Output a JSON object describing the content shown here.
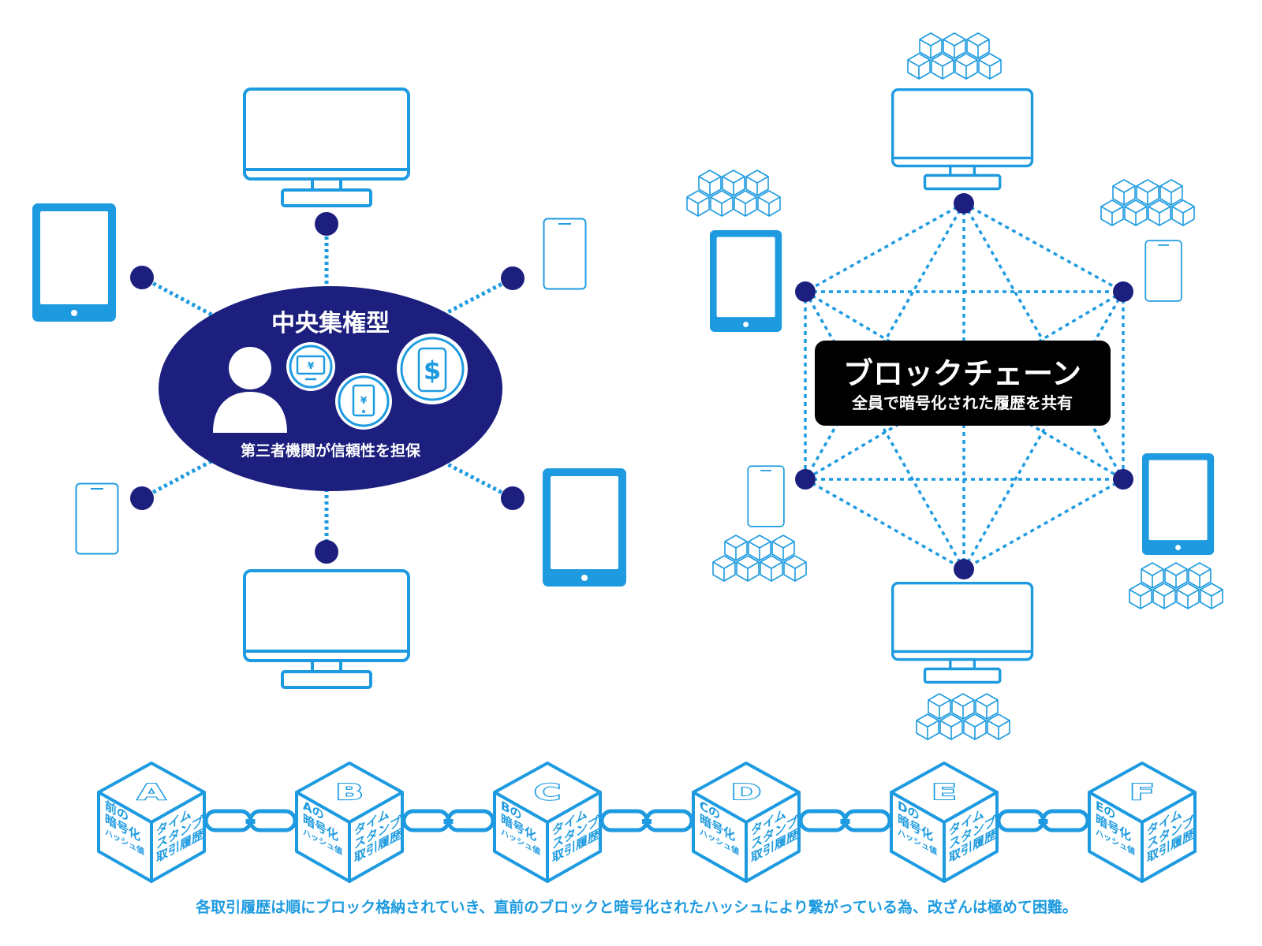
{
  "central": {
    "title": "中央集権型",
    "subtitle": "第三者機関が信頼性を担保",
    "yen": "¥",
    "dollar": "$"
  },
  "blockchain": {
    "title": "ブロックチェーン",
    "subtitle": "全員で暗号化された履歴を共有"
  },
  "chain": {
    "blocks": [
      {
        "letter": "A",
        "prev": [
          "前の",
          "暗号化"
        ]
      },
      {
        "letter": "B",
        "prev": [
          "Aの",
          "暗号化"
        ]
      },
      {
        "letter": "C",
        "prev": [
          "Bの",
          "暗号化"
        ]
      },
      {
        "letter": "D",
        "prev": [
          "Cの",
          "暗号化"
        ]
      },
      {
        "letter": "E",
        "prev": [
          "Dの",
          "暗号化"
        ]
      },
      {
        "letter": "F",
        "prev": [
          "Eの",
          "暗号化"
        ]
      }
    ],
    "hash_label": "ハッシュ値",
    "timestamp": [
      "タイム",
      "スタンプ",
      "取引履歴"
    ],
    "caption": "各取引履歴は順にブロック格納されていき、直前のブロックと暗号化されたハッシュにより繋がっている為、改ざんは極めて困難。"
  },
  "colors": {
    "blue": "#1e9be0",
    "navy": "#1c1f7d",
    "black": "#000000",
    "white": "#ffffff"
  }
}
